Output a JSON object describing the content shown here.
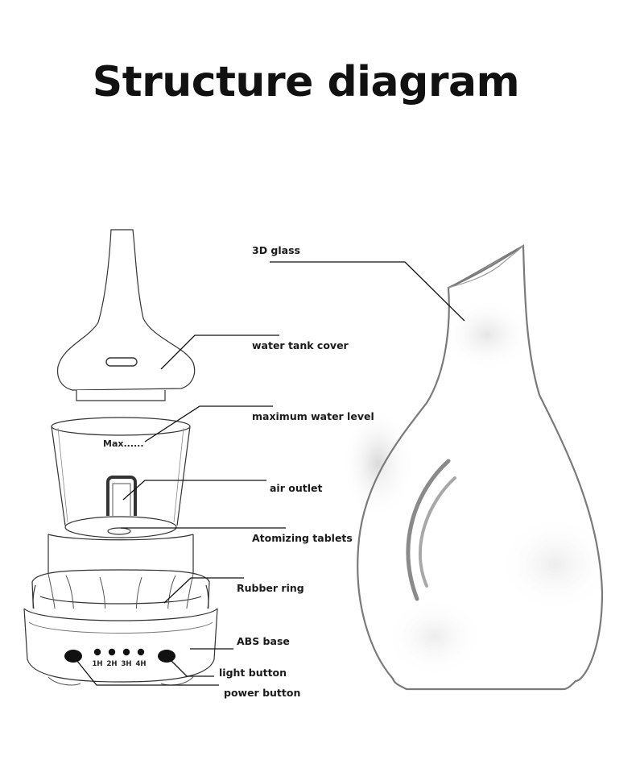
{
  "title": "Structure diagram",
  "labels": {
    "glass": "3D glass",
    "cover": "water tank cover",
    "max_level": "maximum water level",
    "air_outlet": "air outlet",
    "tablets": "Atomizing tablets",
    "rubber_ring": "Rubber ring",
    "abs_base": "ABS base",
    "light_button": "light button",
    "power_button": "power button"
  },
  "max_marker": "Max......",
  "timers": [
    "1H",
    "2H",
    "3H",
    "4H"
  ]
}
